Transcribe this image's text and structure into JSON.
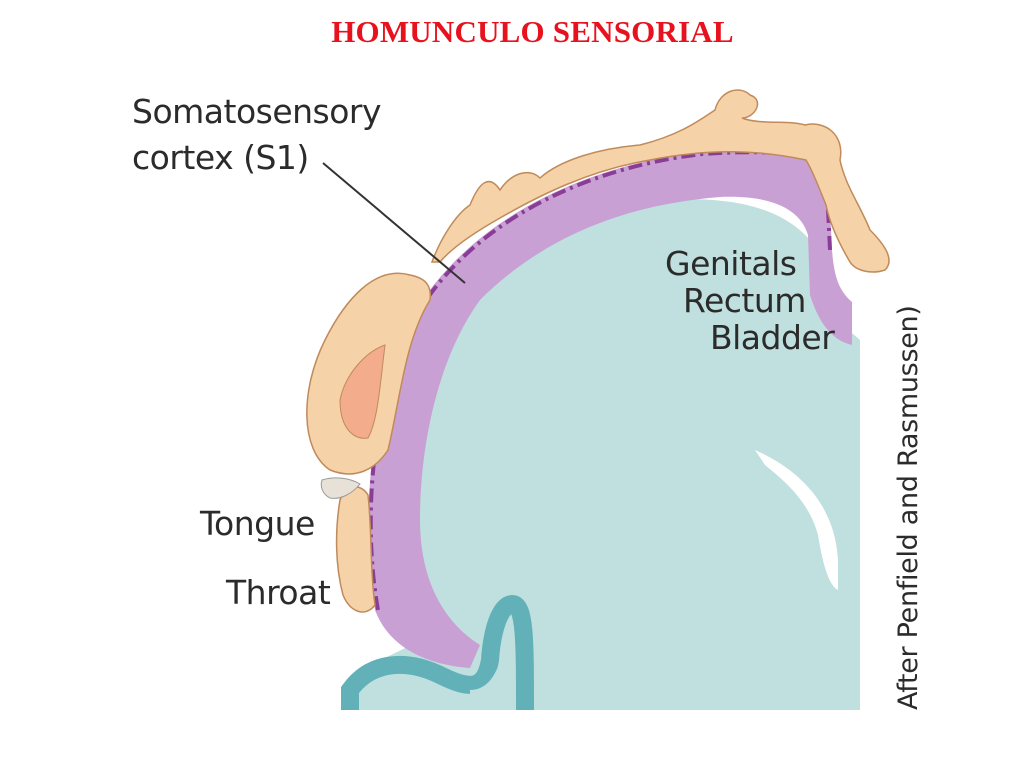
{
  "title": "HOMUNCULO SENSORIAL",
  "labels": {
    "cortex_line1": "Somatosensory",
    "cortex_line2": "cortex (S1)",
    "genitals": "Genitals",
    "rectum": "Rectum",
    "bladder": "Bladder",
    "tongue": "Tongue",
    "throat": "Throat"
  },
  "credit": "After Penfield and Rasmussen)",
  "colors": {
    "title": "#e8121e",
    "brain": "#bfe0de",
    "cortex": "#c9a0d4",
    "cortex_dash": "#8a3d96",
    "homunculus": "#f5d2a8",
    "ventricle": "#62b1b9"
  }
}
